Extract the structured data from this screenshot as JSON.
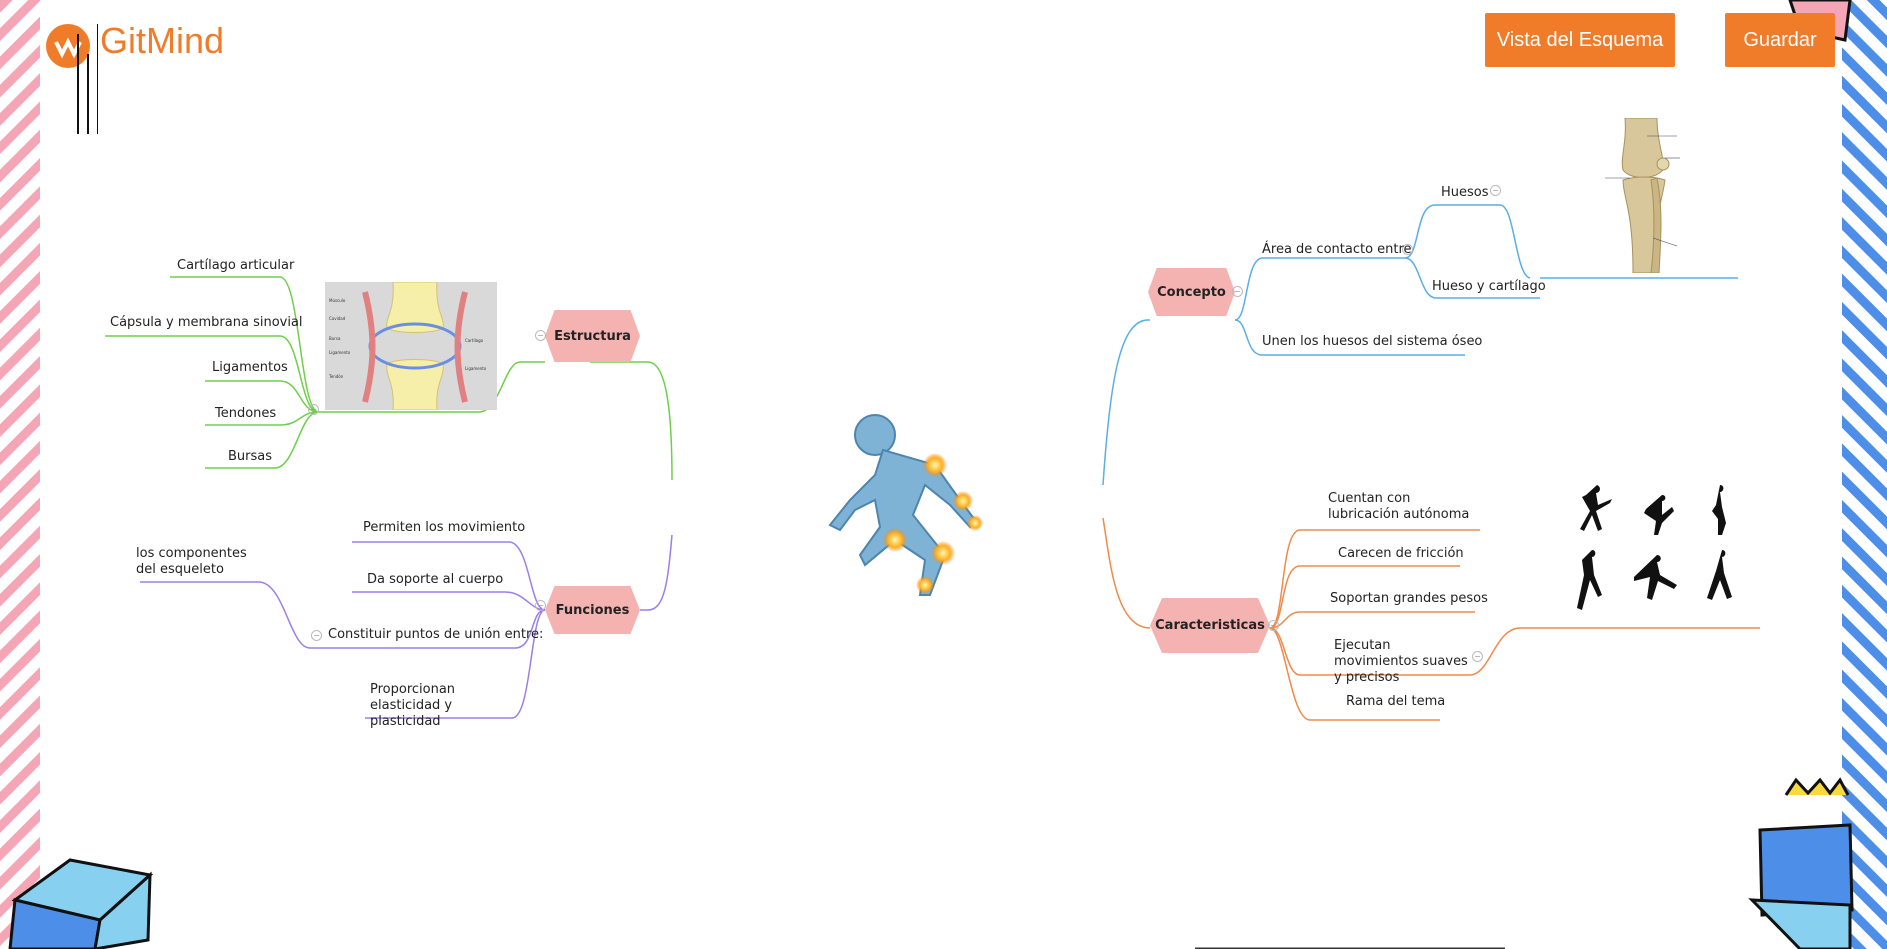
{
  "app": {
    "logo_text": "GitMind"
  },
  "toolbar": {
    "outline_view_label": "Vista del Esquema",
    "save_label": "Guardar"
  },
  "colors": {
    "accent": "#f07c2a",
    "topic_fill": "#f4b3b1",
    "branch_green": "#6fcf4a",
    "branch_purple": "#9b7fe8",
    "branch_blue": "#5aaee8",
    "branch_orange": "#f08a4b"
  },
  "mindmap": {
    "estructura": {
      "label": "Estructura",
      "items": [
        "Cartílago articular",
        "Cápsula y membrana sinovial",
        "Ligamentos",
        "Tendones",
        "Bursas"
      ]
    },
    "funciones": {
      "label": "Funciones",
      "items": [
        "Permiten los movimiento",
        "Da soporte al cuerpo",
        "Constituir puntos de unión entre:",
        "Proporcionan elasticidad y plasticidad"
      ],
      "sub": "los componentes del esqueleto"
    },
    "concepto": {
      "label": "Concepto",
      "area": "Área de contacto entre",
      "area_items": [
        "Huesos",
        "Hueso y cartílago"
      ],
      "unen": "Unen los huesos del sistema óseo"
    },
    "caracteristicas": {
      "label": "Caracteristicas",
      "items": [
        "Cuentan con lubricación autónoma",
        "Carecen de fricción",
        "Soportan grandes pesos",
        "Ejecutan movimientos suaves y precisos",
        "Rama del tema"
      ]
    }
  },
  "icons": [
    "collapse-icon",
    "runner-image",
    "joint-diagram-image",
    "knee-image",
    "dancers-image",
    "logo-icon"
  ]
}
